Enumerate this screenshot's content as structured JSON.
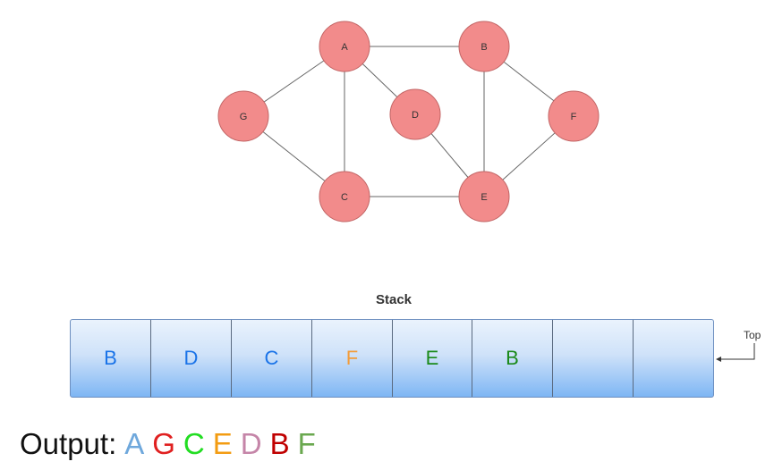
{
  "graph": {
    "node_color": "#f28b8b",
    "node_border": "#c26565",
    "edge_color": "#666666",
    "nodes": [
      {
        "id": "A",
        "label": "A"
      },
      {
        "id": "B",
        "label": "B"
      },
      {
        "id": "G",
        "label": "G"
      },
      {
        "id": "D",
        "label": "D"
      },
      {
        "id": "F",
        "label": "F"
      },
      {
        "id": "C",
        "label": "C"
      },
      {
        "id": "E",
        "label": "E"
      }
    ],
    "edges": [
      [
        "A",
        "B"
      ],
      [
        "A",
        "G"
      ],
      [
        "A",
        "C"
      ],
      [
        "A",
        "D"
      ],
      [
        "G",
        "C"
      ],
      [
        "C",
        "E"
      ],
      [
        "D",
        "E"
      ],
      [
        "B",
        "E"
      ],
      [
        "B",
        "F"
      ],
      [
        "F",
        "E"
      ]
    ]
  },
  "stack": {
    "title": "Stack",
    "cells": [
      {
        "label": "B",
        "color": "#1a73e8"
      },
      {
        "label": "D",
        "color": "#1a73e8"
      },
      {
        "label": "C",
        "color": "#1a73e8"
      },
      {
        "label": "F",
        "color": "#f39c3a"
      },
      {
        "label": "E",
        "color": "#1a8a1a"
      },
      {
        "label": "B",
        "color": "#1a8a1a"
      },
      {
        "label": "",
        "color": "#1a73e8"
      },
      {
        "label": "",
        "color": "#1a73e8"
      }
    ],
    "top_label": "Top"
  },
  "output": {
    "label": "Output:",
    "items": [
      {
        "label": "A",
        "color": "#6fa8dc"
      },
      {
        "label": "G",
        "color": "#e02020"
      },
      {
        "label": "C",
        "color": "#22dd22"
      },
      {
        "label": "E",
        "color": "#f39c12"
      },
      {
        "label": "D",
        "color": "#c585a8"
      },
      {
        "label": "B",
        "color": "#c00000"
      },
      {
        "label": "F",
        "color": "#6aa84f"
      }
    ]
  }
}
